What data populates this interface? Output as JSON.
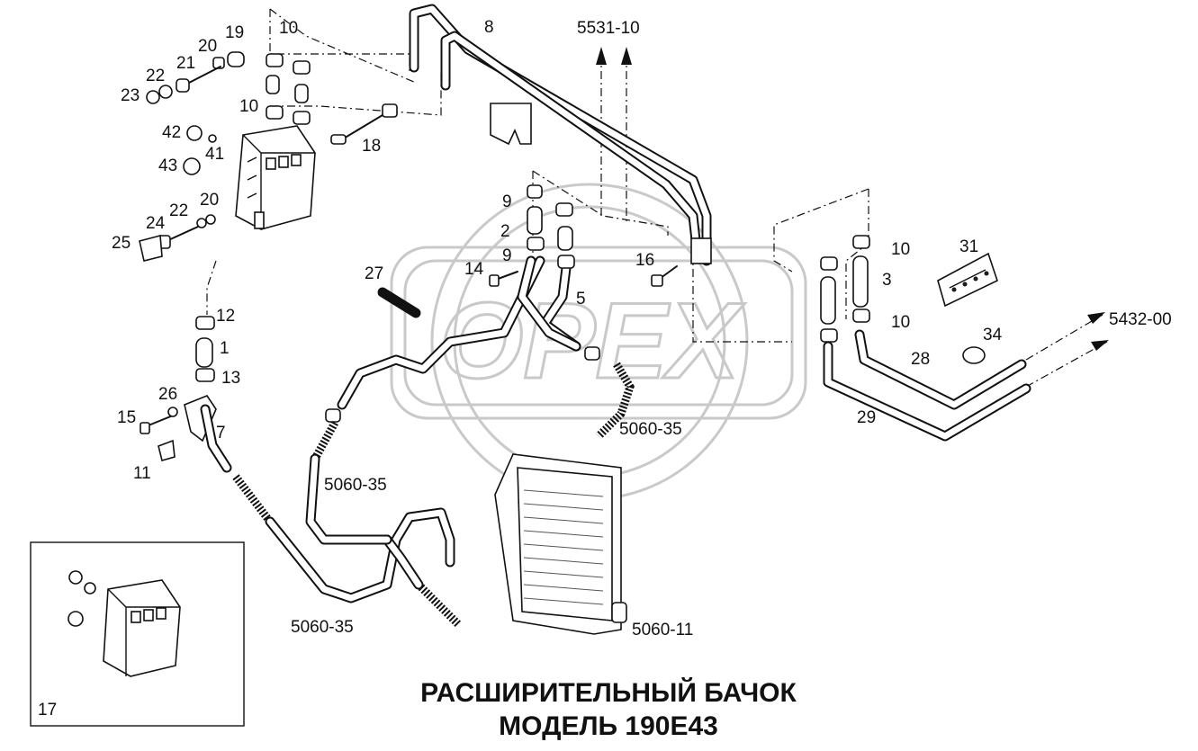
{
  "diagram": {
    "title_line1": "РАСШИРИТЕЛЬНЫЙ БАЧОК",
    "title_line2": "МОДЕЛЬ 190E43",
    "watermark": "OPEX",
    "refs": {
      "r5531": "5531-10",
      "r5432": "5432-00",
      "r5060a": "5060-35",
      "r5060b": "5060-35",
      "r5060c": "5060-35",
      "r5060_11": "5060-11"
    },
    "labels": {
      "n1": "1",
      "n2": "2",
      "n3": "3",
      "n5": "5",
      "n7": "7",
      "n8": "8",
      "n9a": "9",
      "n9b": "9",
      "n10a": "10",
      "n10b": "10",
      "n10c": "10",
      "n10d": "10",
      "n11": "11",
      "n12": "12",
      "n13": "13",
      "n14": "14",
      "n15": "15",
      "n16": "16",
      "n17": "17",
      "n18": "18",
      "n19": "19",
      "n20a": "20",
      "n20b": "20",
      "n21": "21",
      "n22a": "22",
      "n22b": "22",
      "n23": "23",
      "n24": "24",
      "n25": "25",
      "n26": "26",
      "n27": "27",
      "n28": "28",
      "n29": "29",
      "n31": "31",
      "n34": "34",
      "n41": "41",
      "n42": "42",
      "n43": "43"
    }
  }
}
